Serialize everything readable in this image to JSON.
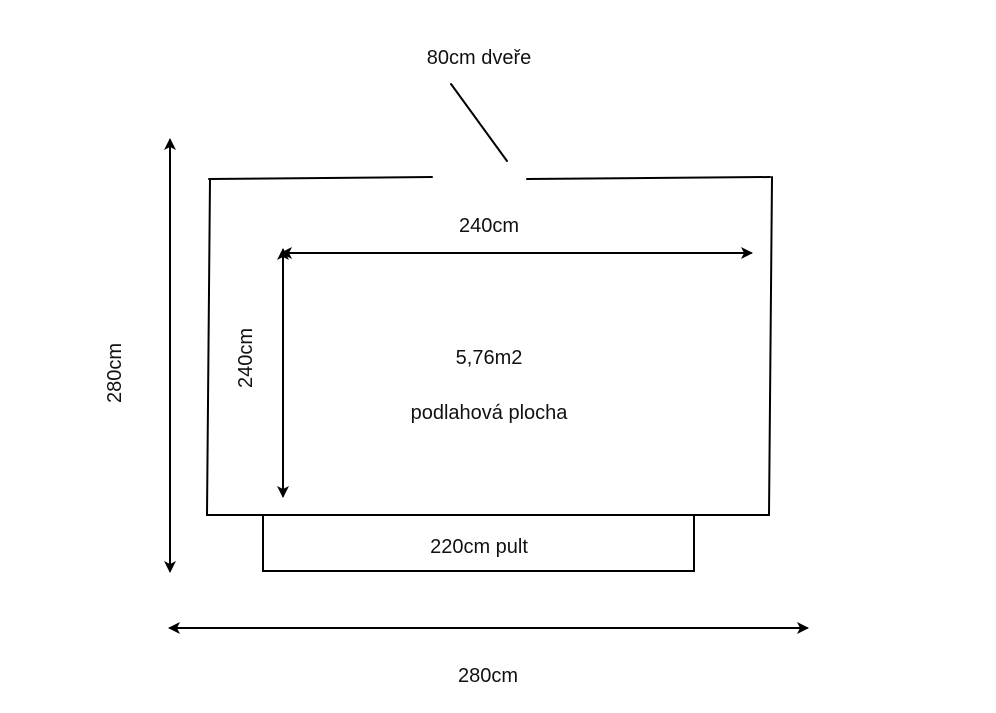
{
  "labels": {
    "door": "80cm dveře",
    "inner_width": "240cm",
    "inner_height": "240cm",
    "area_value": "5,76m2",
    "area_caption": "podlahová plocha",
    "counter": "220cm pult",
    "outer_height": "280cm",
    "outer_width": "280cm"
  },
  "colors": {
    "line": "#000000",
    "text": "#111111",
    "background": "#ffffff"
  }
}
